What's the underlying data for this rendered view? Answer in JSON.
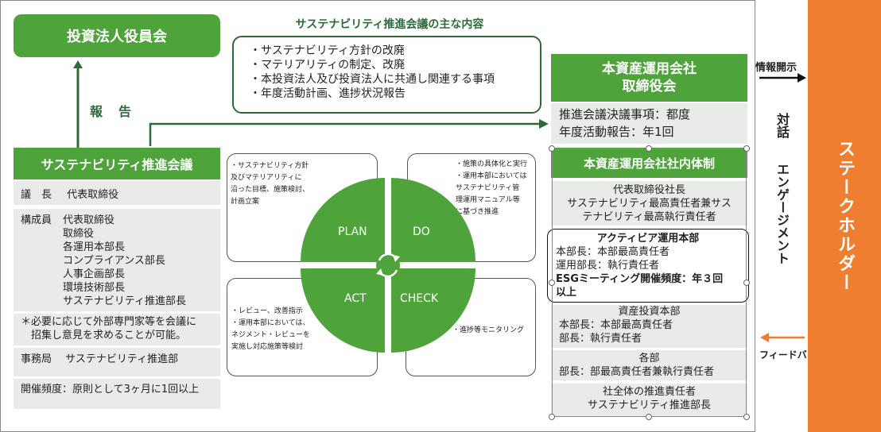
{
  "board_box": "投資法人役員会",
  "report_label": "報　告",
  "main_topics": {
    "title": "サステナビリティ推進会議の主な内容",
    "items": [
      "・サステナビリティ方針の改廃",
      "・マテリアリティの制定、改廃",
      "・本投資法人及び投資法人に共通し関連する事項",
      "・年度活動計画、進捗状況報告"
    ]
  },
  "council": {
    "title": "サステナビリティ推進会議",
    "chair_label": "議　長",
    "chair_value": "代表取締役",
    "members_label": "構成員",
    "members": "代表取締役\n取締役\n各運用本部長\nコンプライアンス部長\n人事企画部長\n環境技術部長\nサステナビリティ推進部長",
    "note": "＊必要に応じて外部専門家等を会議に\n　招集し意見を求めることが可能。",
    "secretariat_label": "事務局",
    "secretariat_value": "サステナビリティ推進部",
    "frequency": "開催頻度：原則として3ヶ月に1回以上"
  },
  "pdca": {
    "plan": "PLAN",
    "do": "DO",
    "act": "ACT",
    "check": "CHECK",
    "plan_text": "・サステナビリティ方針\n及びマテリアリティに\n沿った目標、施策検討、\n計画立案",
    "do_text": "・施策の具体化と実行\n・運用本部においては\nサステナビリティ管\n理運用マニュアル等\nに基づき推進",
    "act_text": "・レビュー、改善指示\n・運用本部においては、\nネジメント・レビューを\n実施し対応施策等検討",
    "check_text": "・進捗等モニタリング"
  },
  "am_board": {
    "title": "本資産運用会社\n取締役会",
    "text": "推進会議決議事項：都度\n年度活動報告：年1回"
  },
  "internal": {
    "title": "本資産運用会社社内体制",
    "block1": "代表取締役社長\nサステナビリティ最高責任者兼サス\nテナビリティ最高執行責任者",
    "active_title": "アクティビア運用本部",
    "active_lines": "本部長：本部最高責任者\n運用部長：執行責任者",
    "esg": "ESGミーティング開催頻度：年３回\n以上",
    "block3_title": "資産投資本部",
    "block3": "本部長：本部最高責任者\n部長：執行責任者",
    "block4_title": "各部",
    "block4": "部長：部最高責任者兼執行責任者",
    "block5_title": "社全体の推進責任者",
    "block5": "サステナビリティ推進部長"
  },
  "disclosure_label": "情報開示",
  "dialogue_label": "対話",
  "engagement_label": "エンゲージメント",
  "feedback_label": "フィードバック",
  "stakeholder_label": "ステークホルダー",
  "colors": {
    "green": "#4ea33a",
    "dark_green": "#2d6a3a",
    "orange": "#ef7e30",
    "gray": "#e9ebe8"
  }
}
